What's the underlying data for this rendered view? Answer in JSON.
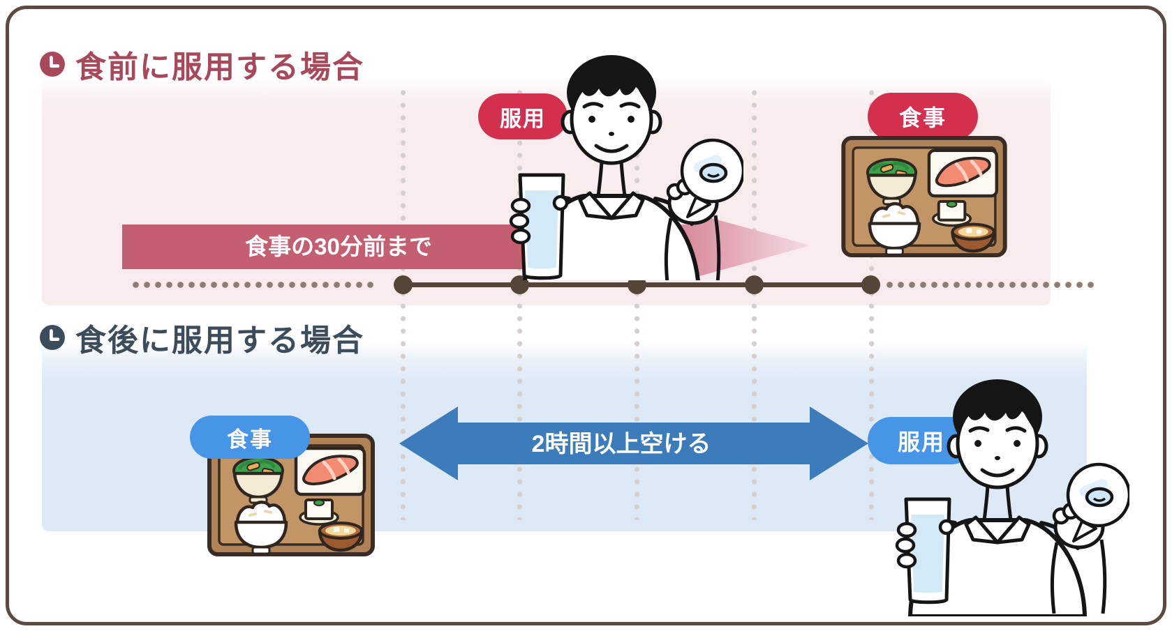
{
  "frame": {
    "border_color": "#5c4a40"
  },
  "sections": {
    "before_meal": {
      "title": "食前に服用する場合",
      "title_color": "#a8495b",
      "band_color": "#f9ecec",
      "dose_badge": "服用",
      "meal_badge": "食事",
      "badge_color": "#d2304e",
      "arrow_label": "食事の30分前まで",
      "arrow_color": "#c45f72"
    },
    "after_meal": {
      "title": "食後に服用する場合",
      "title_color": "#3c4c5a",
      "band_color": "#dde9f5",
      "meal_badge": "食事",
      "dose_badge": "服用",
      "badge_color": "#4795e6",
      "arrow_label": "2時間以上空ける",
      "arrow_color": "#3c7cba"
    }
  },
  "timeline": {
    "line_color": "#544539",
    "dot_count": 5
  },
  "icons": [
    "clock-icon",
    "meal-tray-illustration",
    "person-taking-medicine-illustration",
    "pill-speech-bubble"
  ]
}
